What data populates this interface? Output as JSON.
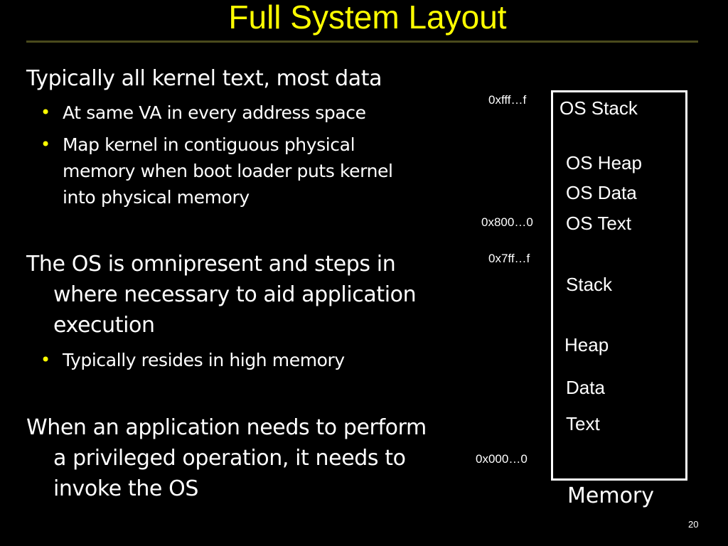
{
  "slide": {
    "title": "Full System Layout",
    "page_number": "20",
    "colors": {
      "background": "#000000",
      "title": "#ffff00",
      "bullet": "#ffff00",
      "text": "#ffffff"
    }
  },
  "body": {
    "p1": "Typically all kernel text, most data",
    "p1_b1": "At same VA in every address space",
    "p1_b2_line1": "Map kernel in contiguous physical",
    "p1_b2_line2": "memory when boot loader puts kernel",
    "p1_b2_line3": "into physical memory",
    "p2_line1": "The OS is omnipresent and steps in",
    "p2_line2": "where necessary to aid application",
    "p2_line3": "execution",
    "p2_b1": "Typically resides in high memory",
    "p3_line1": "When an application needs to perform",
    "p3_line2": "a privileged operation, it needs to",
    "p3_line3": "invoke the OS",
    "bullet_glyph": "•"
  },
  "memory": {
    "label": "Memory",
    "addresses": {
      "top": "0xfff…f",
      "os_base": "0x800…0",
      "user_top": "0x7ff…f",
      "bottom": "0x000…0"
    },
    "segments": {
      "os_stack": "OS Stack",
      "os_heap": "OS Heap",
      "os_data": "OS Data",
      "os_text": "OS Text",
      "stack": "Stack",
      "heap": "Heap",
      "data": "Data",
      "text": "Text"
    }
  }
}
